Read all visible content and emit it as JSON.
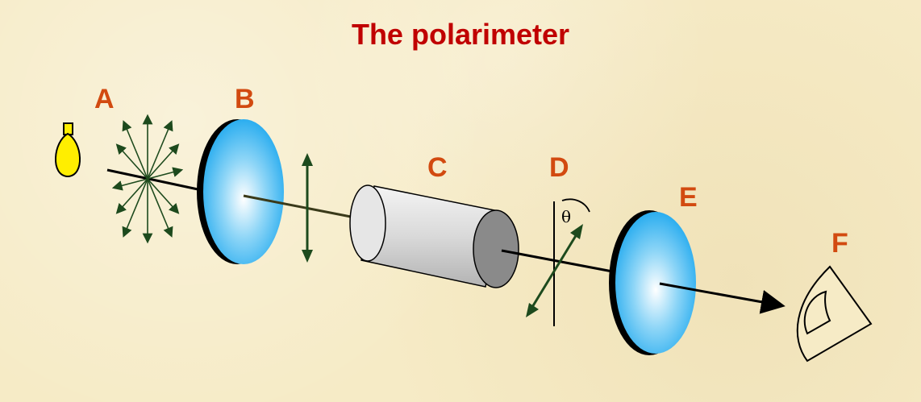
{
  "title": "The polarimeter",
  "labels": {
    "a": "A",
    "b": "B",
    "c": "C",
    "d": "D",
    "e": "E",
    "f": "F"
  },
  "theta": "θ",
  "colors": {
    "title": "#c00000",
    "label": "#d24a10",
    "polarizer": "#3eb8f0",
    "arrow": "#1d4a1d",
    "bulb": "#ffee00",
    "tube": "#c8c8c8"
  }
}
